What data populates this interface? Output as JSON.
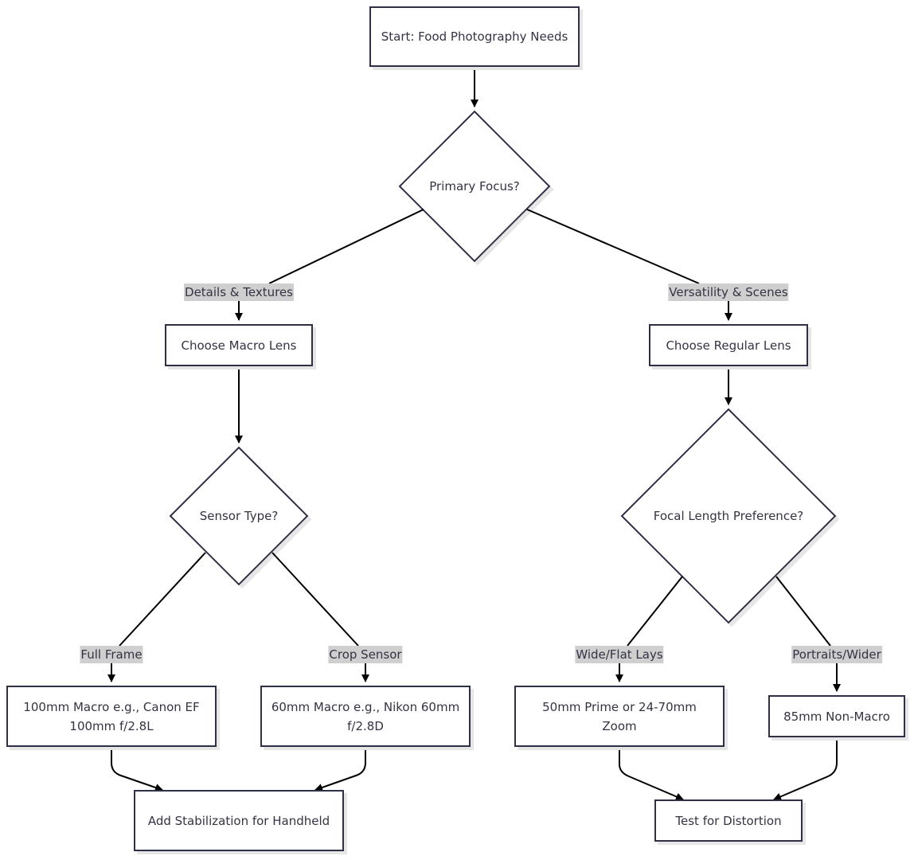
{
  "colors": {
    "stroke": "#2f2f45",
    "text": "#333344",
    "label_bg": "#cfcfcf",
    "shadow": "#e6e6e6",
    "edge": "#000000"
  },
  "nodes": {
    "start": "Start: Food Photography Needs",
    "primary_focus": "Primary Focus?",
    "macro_lens": "Choose Macro Lens",
    "regular_lens": "Choose Regular Lens",
    "sensor_type": "Sensor Type?",
    "focal_length": "Focal Length Preference?",
    "macro_100": "100mm Macro e.g., Canon EF 100mm f/2.8L",
    "macro_60": "60mm Macro e.g., Nikon 60mm f/2.8D",
    "prime_50": "50mm Prime or 24-70mm Zoom",
    "nonmacro_85": "85mm Non-Macro",
    "stabilization": "Add Stabilization for Handheld",
    "distortion": "Test for Distortion"
  },
  "edge_labels": {
    "details": "Details & Textures",
    "versatility": "Versatility & Scenes",
    "full_frame": "Full Frame",
    "crop_sensor": "Crop Sensor",
    "wide_flat": "Wide/Flat Lays",
    "portraits": "Portraits/Wider"
  }
}
